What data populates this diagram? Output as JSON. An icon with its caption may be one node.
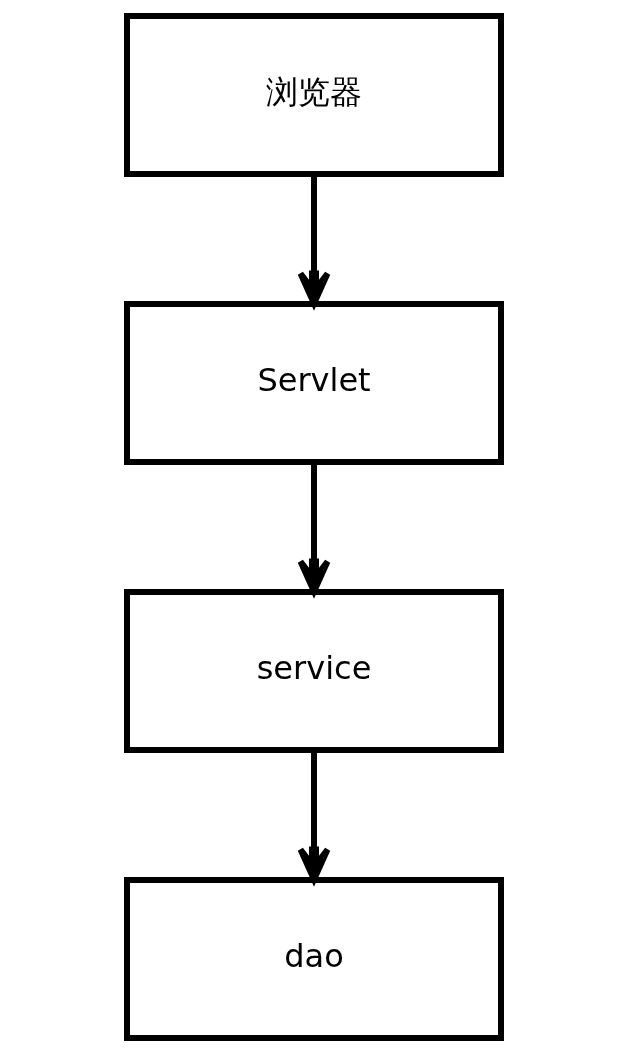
{
  "diagram": {
    "nodes": [
      {
        "text": [
          "浏览器"
        ]
      },
      {
        "text": [
          "Servlet"
        ]
      },
      {
        "text": [
          "service"
        ]
      },
      {
        "text": [
          "dao"
        ]
      }
    ],
    "edges": [
      {
        "from": 0,
        "to": 1,
        "arrow": "to"
      },
      {
        "from": 1,
        "to": 2,
        "arrow": "to"
      },
      {
        "from": 2,
        "to": 3,
        "arrow": "to"
      }
    ]
  }
}
